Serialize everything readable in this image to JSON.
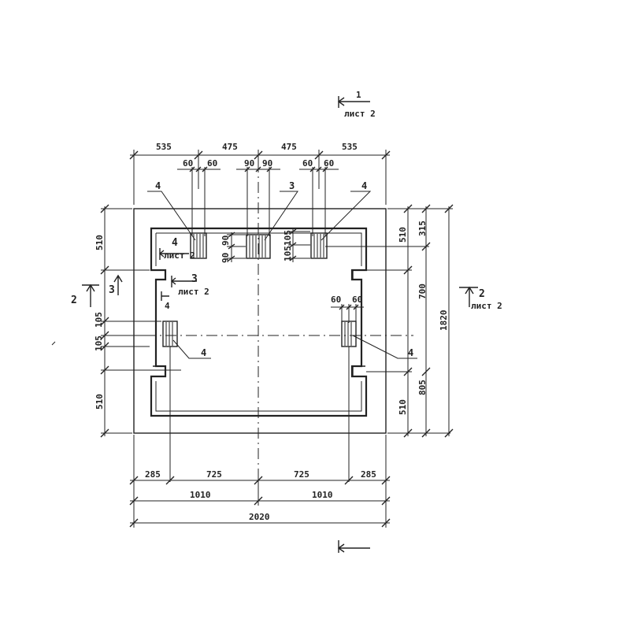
{
  "section_1": {
    "number": "1",
    "sheet": "лист 2"
  },
  "section_1_bottom": {
    "number": "",
    "sheet": ""
  },
  "section_2": {
    "number": "2",
    "sheet": "лист 2"
  },
  "section_3": {
    "number": "3",
    "sheet": "лист 2"
  },
  "section_4": {
    "number": "4",
    "sheet": "лист 2"
  },
  "markers": {
    "part_3": "3",
    "part_4": "4",
    "left_2": "2",
    "left_3": "3",
    "sec4_small": "4"
  },
  "top_dims": {
    "a": "535",
    "b": "475",
    "c": "475",
    "d": "535"
  },
  "top_sub_dims": {
    "l1": "60",
    "l2": "60",
    "m1": "90",
    "m2": "90",
    "r1": "60",
    "r2": "60"
  },
  "left_dims": {
    "top": "510",
    "mid1": "105",
    "mid2": "105",
    "bottom": "510"
  },
  "inner_dims": {
    "v90a": "90",
    "v90b": "90",
    "v105a": "105",
    "v105b": "105",
    "h60a": "60",
    "h60b": "60"
  },
  "right_dims": {
    "inner_top": "510",
    "inner_bottom": "510",
    "outer_top": "315",
    "mid": "700",
    "outer_bottom": "805",
    "total": "1820"
  },
  "bottom_dims": {
    "a": "285",
    "b": "725",
    "c": "725",
    "d": "285",
    "half_l": "1010",
    "half_r": "1010",
    "total": "2020"
  }
}
